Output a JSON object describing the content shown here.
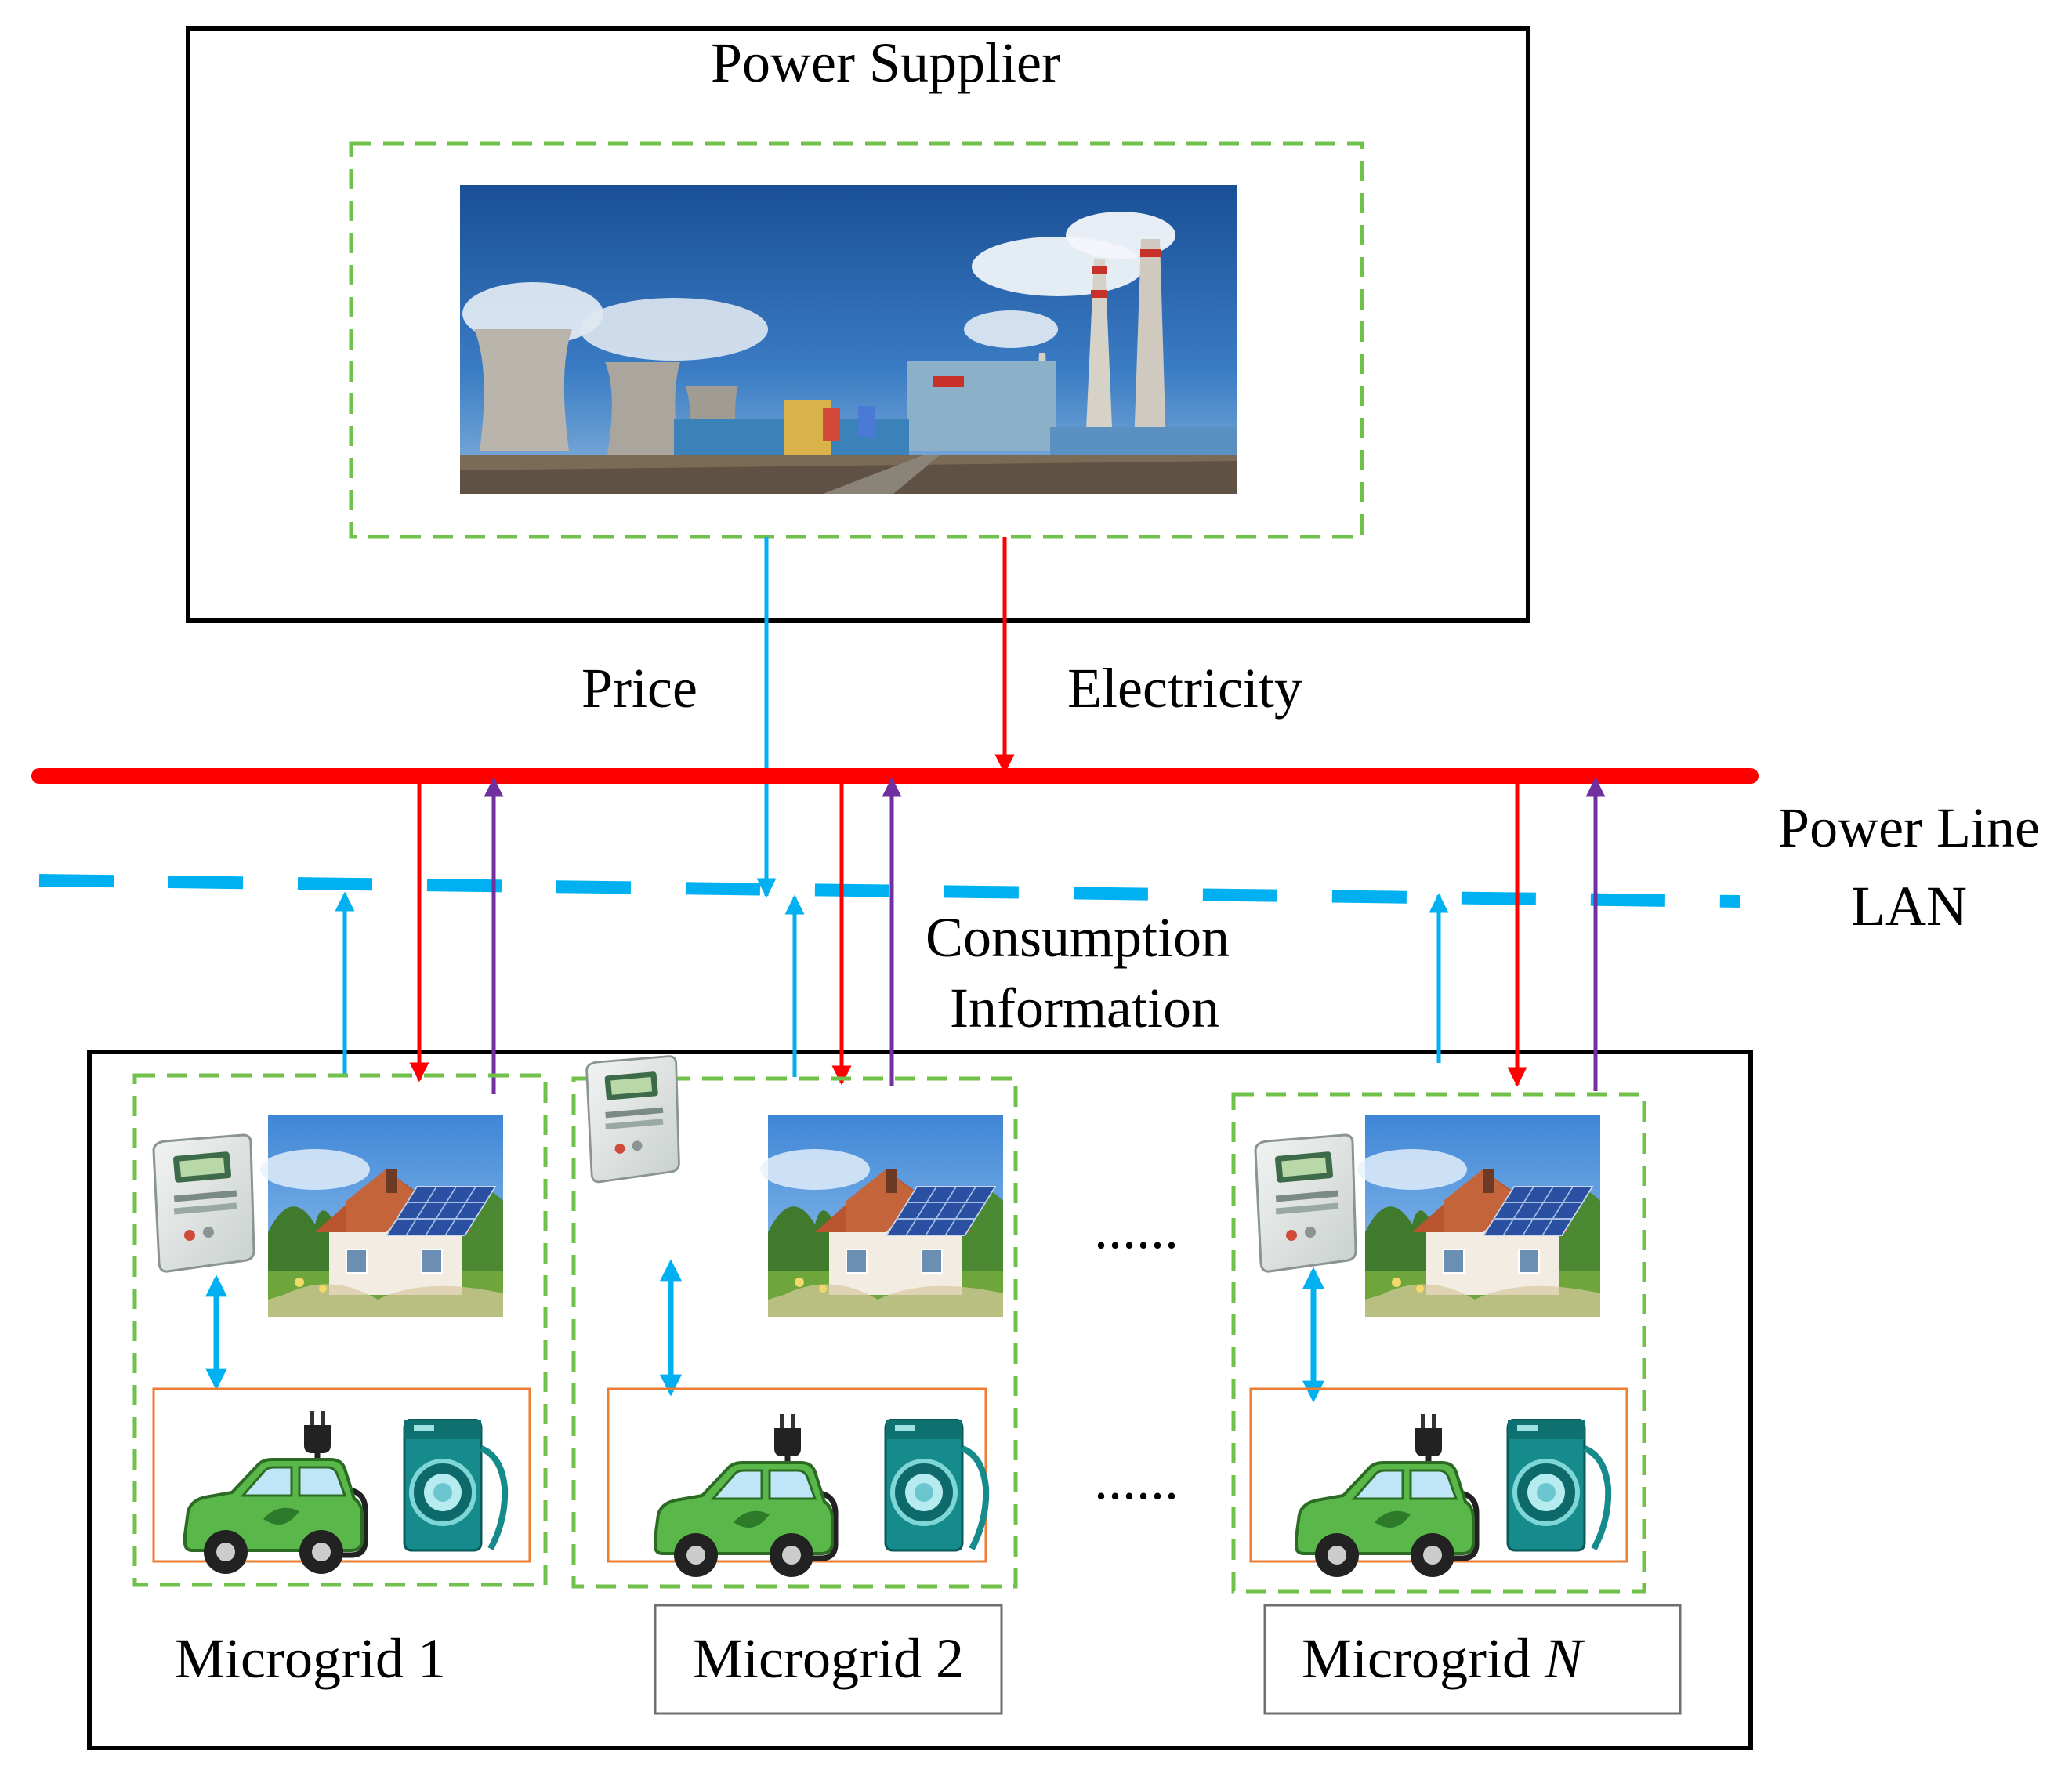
{
  "supplier": {
    "title": "Power Supplier"
  },
  "flows": {
    "price_label": "Price",
    "electricity_label": "Electricity",
    "consumption_label_line1": "Consumption",
    "consumption_label_line2": "Information"
  },
  "lines": {
    "power_line_label": "Power Line",
    "lan_label": "LAN"
  },
  "microgrids": [
    {
      "name": "Microgrid 1",
      "boxed": false
    },
    {
      "name": "Microgrid 2",
      "boxed": true
    },
    {
      "name_prefix": "Microgrid ",
      "name_suffix": "N",
      "boxed": true
    }
  ],
  "ellipsis": "......",
  "colors": {
    "power_line": "#ff0000",
    "lan": "#00b0f0",
    "consumption_arrow": "#7030a0",
    "group_border": "#70c14a",
    "appliance_border": "#ed7d31",
    "car_body": "#5ab84a",
    "washer_body": "#168b8b"
  },
  "icons": {
    "plant": "power-plant-photo",
    "house": "solar-house-photo",
    "meter": "smart-meter-icon",
    "car": "electric-car-icon",
    "washer": "washing-machine-icon"
  }
}
